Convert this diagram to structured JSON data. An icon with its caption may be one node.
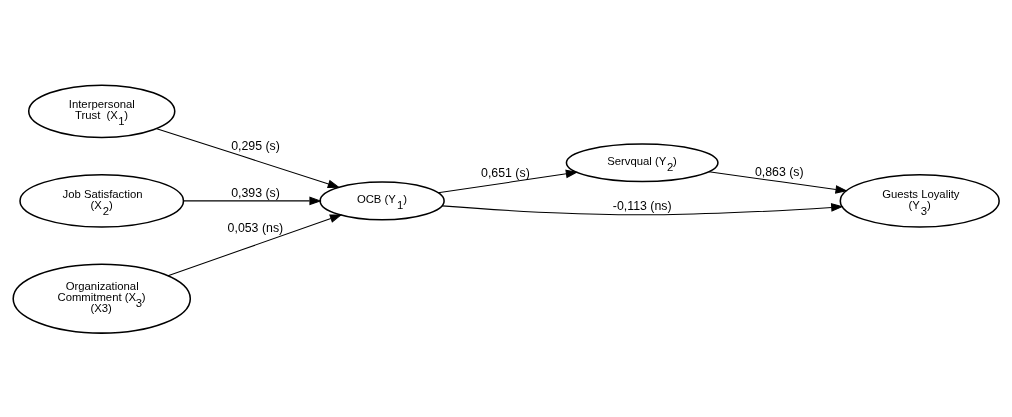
{
  "diagram": {
    "nodes": [
      {
        "text": [
          "Interpersonal Trust  (X$_{1}$)"
        ]
      },
      {
        "text": [
          "Job Satisfaction (X$_{2}$)"
        ]
      },
      {
        "text": [
          "Organizational Commitment (X$_{3}$) (X3)"
        ]
      },
      {
        "text": [
          "OCB (Y$_{1}$)"
        ]
      },
      {
        "text": [
          "Servqual (Y$_{2}$)"
        ]
      },
      {
        "text": [
          "Guests Loyality (Y$_{3}$)"
        ]
      }
    ],
    "edges": [
      {
        "from": 0,
        "to": 3,
        "arrow": "to",
        "label": "0,295 (s)"
      },
      {
        "from": 1,
        "to": 3,
        "arrow": "to",
        "label": "0,393 (s)"
      },
      {
        "from": 2,
        "to": 3,
        "arrow": "to",
        "label": "0,053 (ns)"
      },
      {
        "from": 3,
        "to": 4,
        "arrow": "to",
        "label": "0,651 (s)"
      },
      {
        "from": 4,
        "to": 5,
        "arrow": "to",
        "label": "0,863 (s)"
      },
      {
        "from": 3,
        "to": 5,
        "arrow": "to",
        "label": "-0,113 (ns)"
      }
    ]
  }
}
